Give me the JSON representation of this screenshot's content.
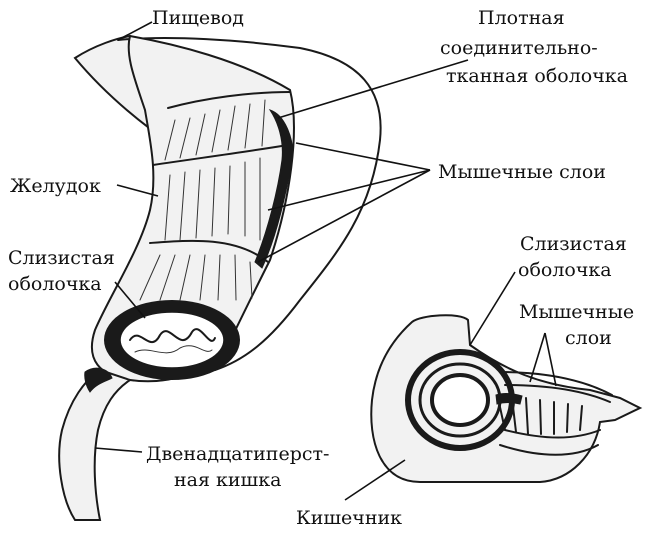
{
  "labels": {
    "esophagus": "Пищевод",
    "dense_tissue_line1": "Плотная",
    "dense_tissue_line2": "соединительно-",
    "dense_tissue_line3": "тканная оболочка",
    "muscle_layers_stomach": "Мышечные слои",
    "stomach": "Желудок",
    "mucosa_stomach_line1": "Слизистая",
    "mucosa_stomach_line2": "оболочка",
    "mucosa_intestine_line1": "Слизистая",
    "mucosa_intestine_line2": "оболочка",
    "muscle_layers_intestine_line1": "Мышечные",
    "muscle_layers_intestine_line2": "слои",
    "duodenum_line1": "Двенадцатиперст-",
    "duodenum_line2": "ная кишка",
    "intestine": "Кишечник"
  },
  "colors": {
    "ink": "#1a1a1a",
    "background": "#ffffff"
  }
}
